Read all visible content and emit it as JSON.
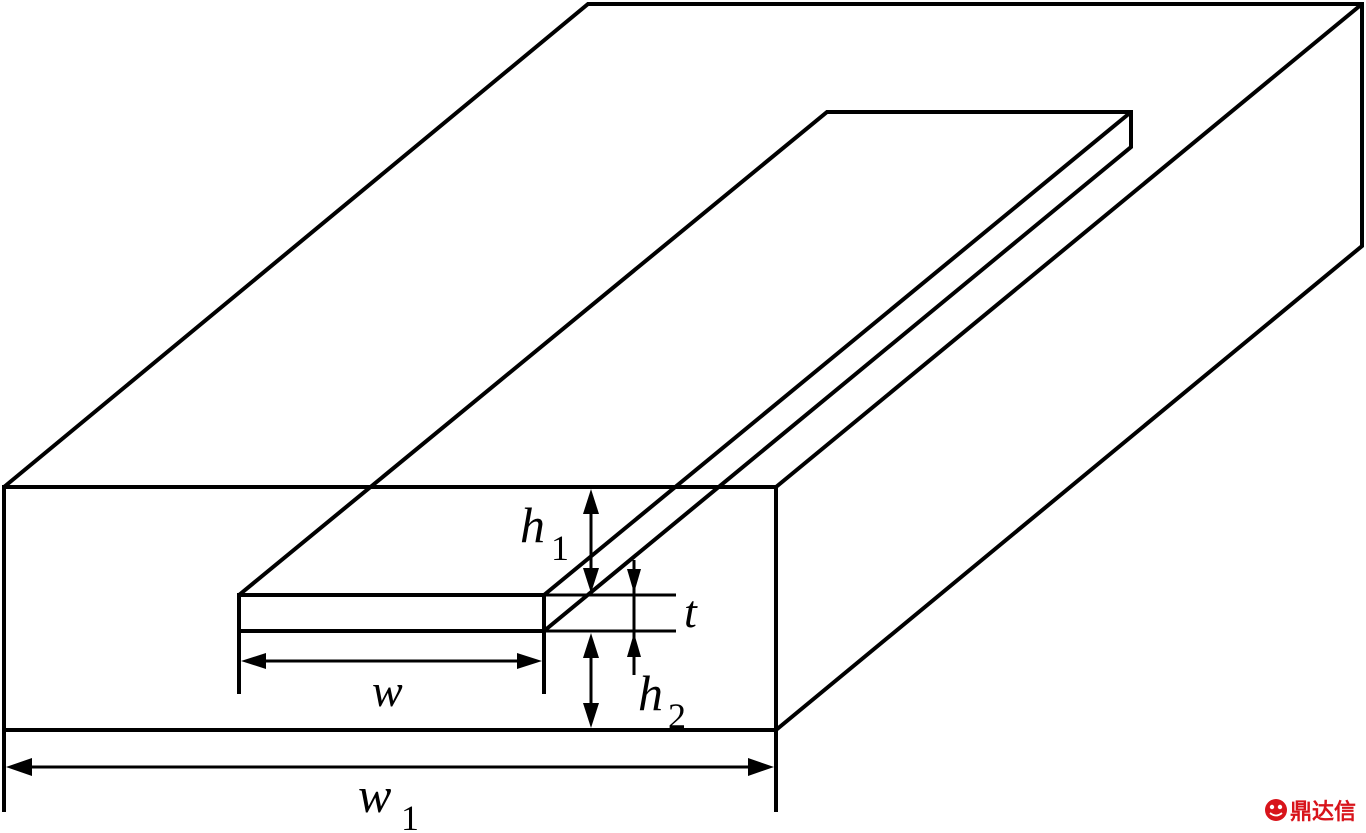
{
  "labels": {
    "h1": {
      "main": "h",
      "sub": "1"
    },
    "h2": {
      "main": "h",
      "sub": "2"
    },
    "t": {
      "main": "t"
    },
    "w": {
      "main": "w"
    },
    "w1": {
      "main": "w",
      "sub": "1"
    }
  },
  "watermark": {
    "text": "鼎达信",
    "color": "#d8141b"
  }
}
